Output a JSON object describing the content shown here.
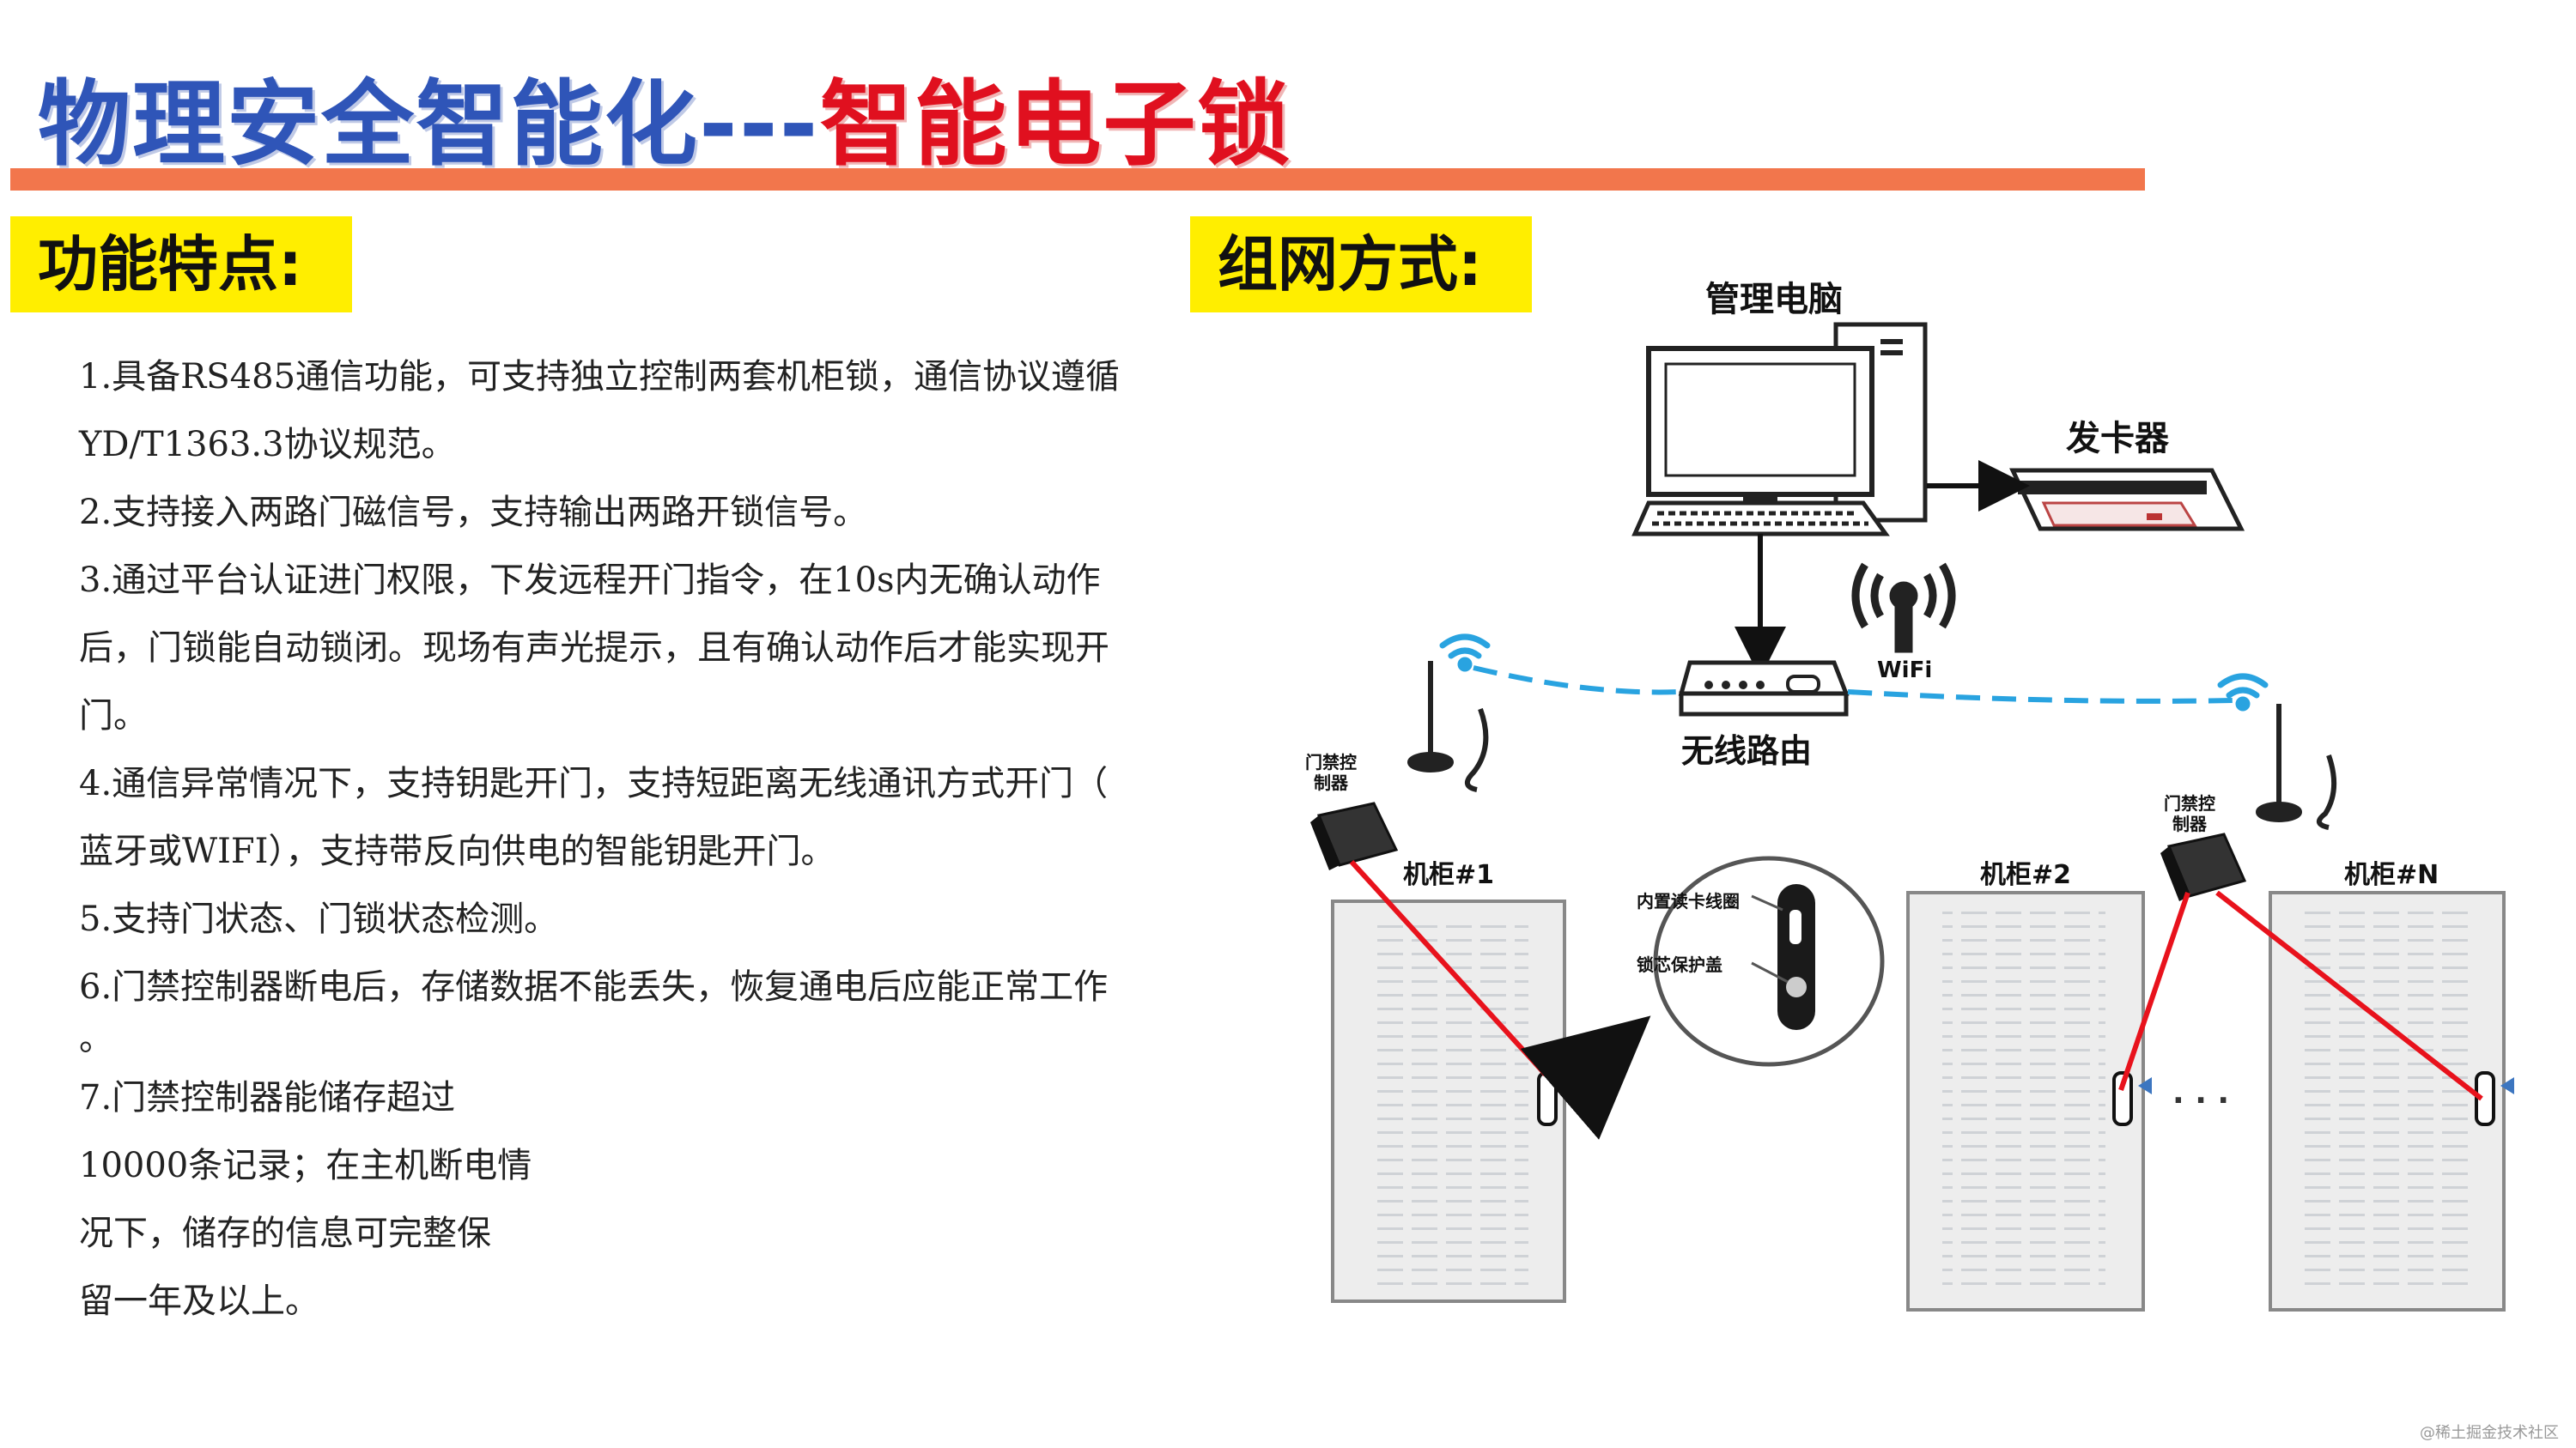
{
  "title": {
    "main": "物理安全智能化",
    "dashes": "---",
    "highlight": "智能电子锁"
  },
  "left_tag": "功能特点:",
  "right_tag": "组网方式:",
  "features": [
    "1.具备RS485通信功能，可支持独立控制两套机柜锁，通信协议遵循",
    "YD/T1363.3协议规范。",
    "2.支持接入两路门磁信号，支持输出两路开锁信号。",
    "3.通过平台认证进门权限，下发远程开门指令，在10s内无确认动作",
    "后，门锁能自动锁闭。现场有声光提示，且有确认动作后才能实现开",
    "门。",
    "4.通信异常情况下，支持钥匙开门，支持短距离无线通讯方式开门（",
    "蓝牙或WIFI），支持带反向供电的智能钥匙开门。",
    "5.支持门状态、门锁状态检测。",
    "6.门禁控制器断电后，存储数据不能丢失，恢复通电后应能正常工作",
    "。"
  ],
  "feature7": [
    "7.门禁控制器能储存超过",
    "10000条记录；在主机断电情",
    "况下，储存的信息可完整保",
    "留一年及以上。"
  ],
  "diagram": {
    "pc_label": "管理电脑",
    "card_reader_label": "发卡器",
    "wifi_label": "WiFi",
    "router_label": "无线路由",
    "controller_label_1": [
      "门禁控",
      "制器"
    ],
    "controller_label_2": [
      "门禁控",
      "制器"
    ],
    "cabinet_1": "机柜#1",
    "cabinet_2": "机柜#2",
    "cabinet_n": "机柜#N",
    "lock_callout_1": "内置读卡线圈",
    "lock_callout_2": "锁芯保护盖",
    "ellipsis": "· · ·"
  },
  "watermark": "@稀土掘金技术社区",
  "colors": {
    "title_blue": "#2f55b8",
    "title_red": "#e0101f",
    "rule": "#f2764c",
    "tag_bg": "#ffee00",
    "link_red": "#e8121c",
    "wifi_blue": "#29a3e0"
  }
}
